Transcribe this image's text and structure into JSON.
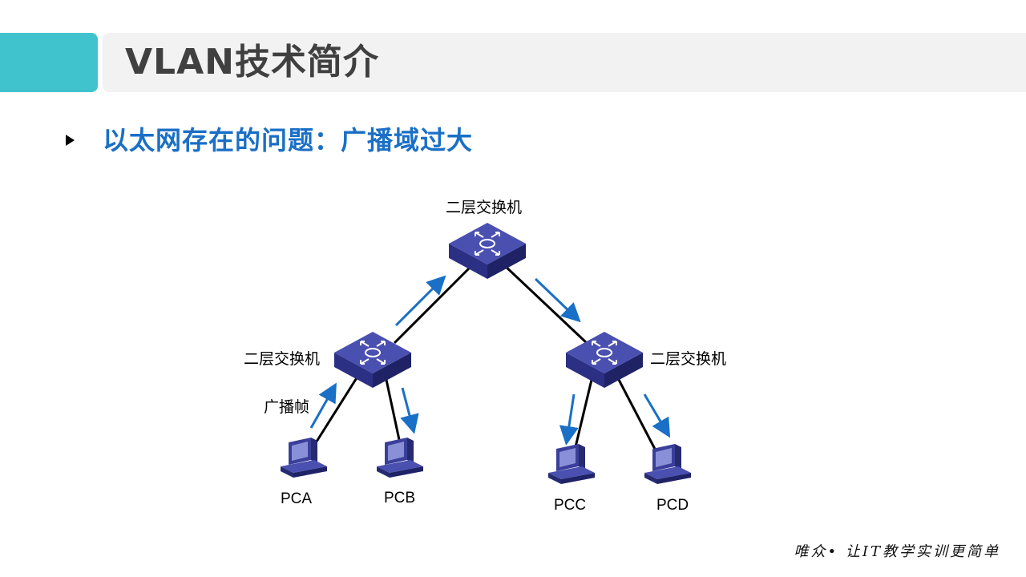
{
  "header": {
    "title": "VLAN技术简介",
    "accent_color": "#41c3cd",
    "bar_color": "#f2f2f2"
  },
  "bullet": {
    "text": "以太网存在的问题：广播域过大",
    "color": "#1a6fc6"
  },
  "diagram": {
    "switch_top_label": "二层交换机",
    "switch_left_label": "二层交换机",
    "switch_right_label": "二层交换机",
    "broadcast_frame_label": "广播帧",
    "pcs": [
      "PCA",
      "PCB",
      "PCC",
      "PCD"
    ],
    "device_color": "#3a3f9a",
    "arrow_color": "#1a6fc6"
  },
  "footer": {
    "slogan": "唯众• 让IT教学实训更简单"
  }
}
